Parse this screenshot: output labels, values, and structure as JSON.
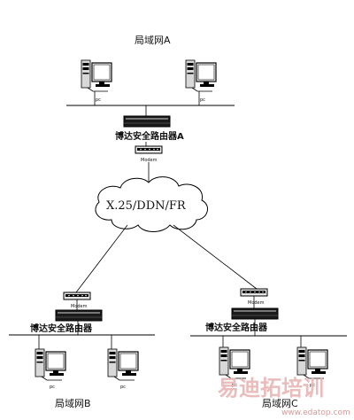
{
  "lan_a": {
    "title": "局域网A",
    "pc_labels": [
      "pc",
      "pc"
    ],
    "router_label": "博达安全路由器A",
    "modem_label": "Modem"
  },
  "wan": {
    "label": "X.25/DDN/FR"
  },
  "lan_b": {
    "title": "局域网B",
    "pc_labels": [
      "pc",
      "pc"
    ],
    "router_label": "博达安全路由器",
    "modem_label": "Modem"
  },
  "lan_c": {
    "title": "局域网C",
    "pc_labels": [
      "pc",
      "pc"
    ],
    "router_label": "博达安全路由器",
    "modem_label": "Modem"
  },
  "watermark": {
    "text": "易迪拓培训",
    "url": "www.edatop.com"
  },
  "colors": {
    "line": "#000000",
    "device_dark": "#1a1a1a",
    "watermark": "#e8b5b5"
  },
  "icons": [
    "pc-tower-icon",
    "monitor-icon",
    "router-icon",
    "modem-icon",
    "cloud-icon"
  ]
}
